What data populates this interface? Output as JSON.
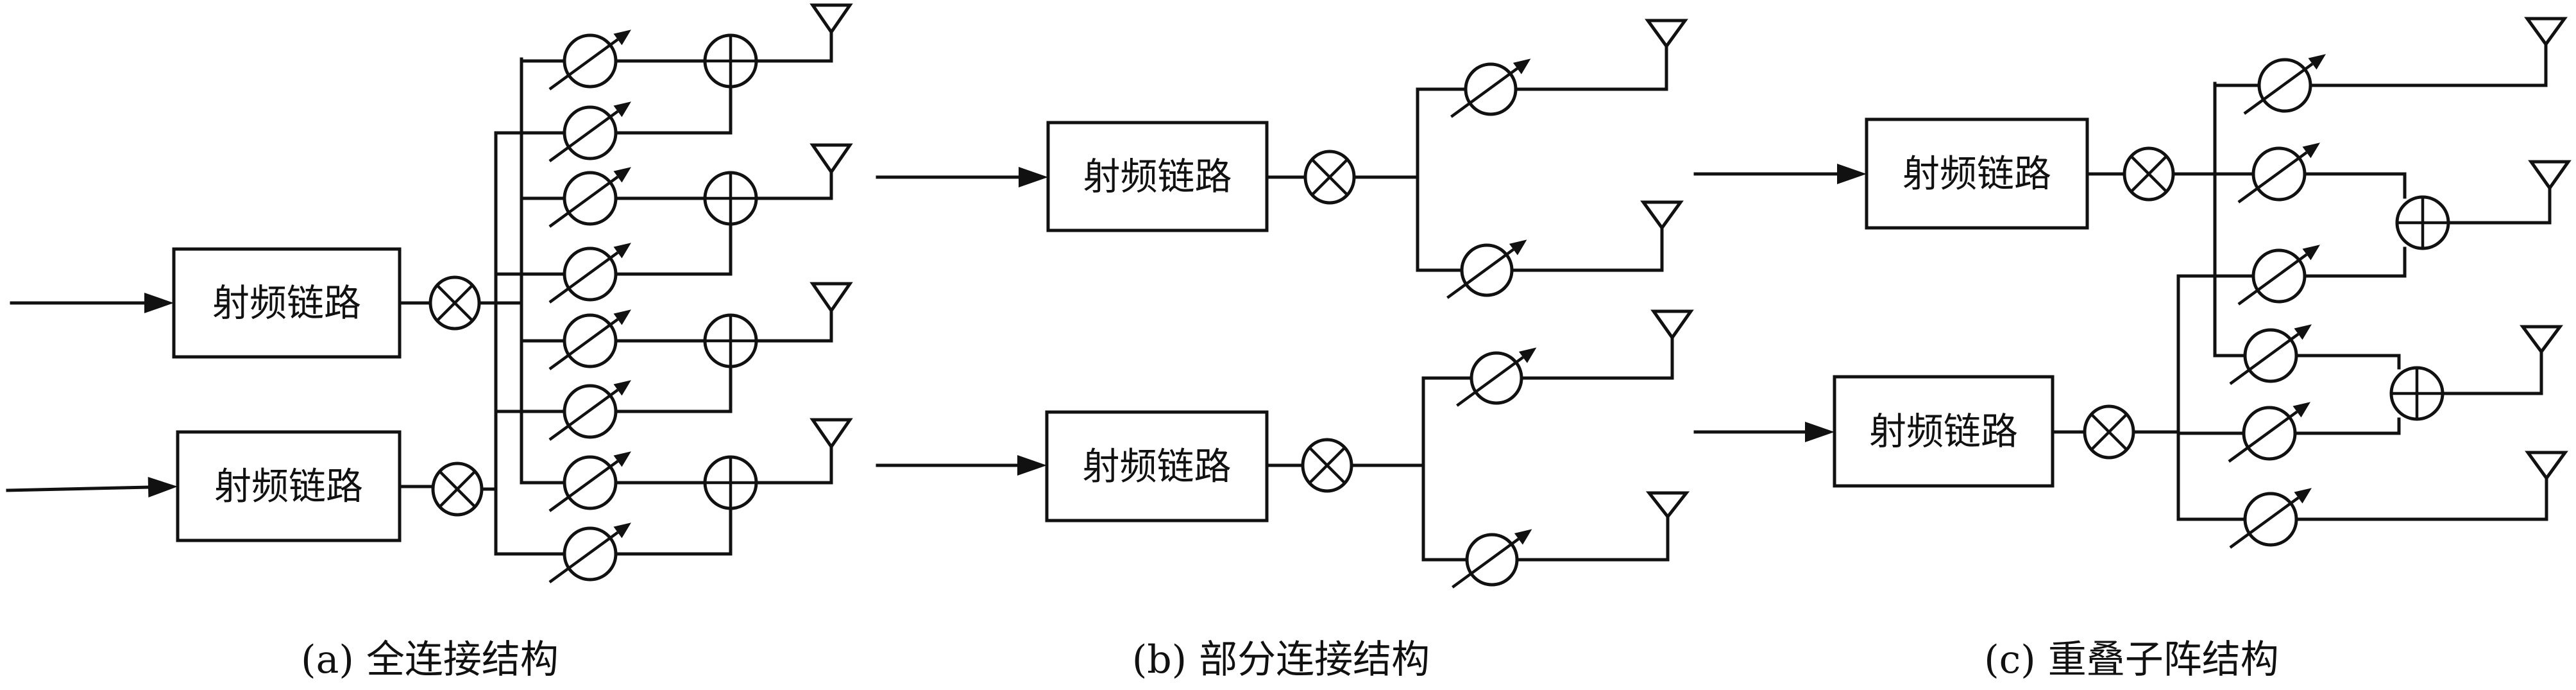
{
  "figure": {
    "panels": [
      {
        "id": "a",
        "caption": "(a) 全连接结构",
        "name": "fully-connected",
        "rf_chains": [
          {
            "label": "射频链路"
          },
          {
            "label": "射频链路"
          }
        ],
        "phase_shifter_count": 8,
        "adder_count": 4,
        "antenna_count": 4
      },
      {
        "id": "b",
        "caption": "(b) 部分连接结构",
        "name": "partially-connected",
        "rf_chains": [
          {
            "label": "射频链路"
          },
          {
            "label": "射频链路"
          }
        ],
        "phase_shifter_count": 4,
        "adder_count": 0,
        "antenna_count": 4
      },
      {
        "id": "c",
        "caption": "(c) 重叠子阵结构",
        "name": "overlapped-subarray",
        "rf_chains": [
          {
            "label": "射频链路"
          },
          {
            "label": "射频链路"
          }
        ],
        "phase_shifter_count": 6,
        "adder_count": 2,
        "antenna_count": 4
      }
    ],
    "symbols": {
      "mixer": "⊗",
      "adder": "⊕",
      "phase_shifter": "variable phase shifter",
      "antenna": "antenna"
    },
    "colors": {
      "stroke": "#111111",
      "background": "#ffffff"
    }
  }
}
